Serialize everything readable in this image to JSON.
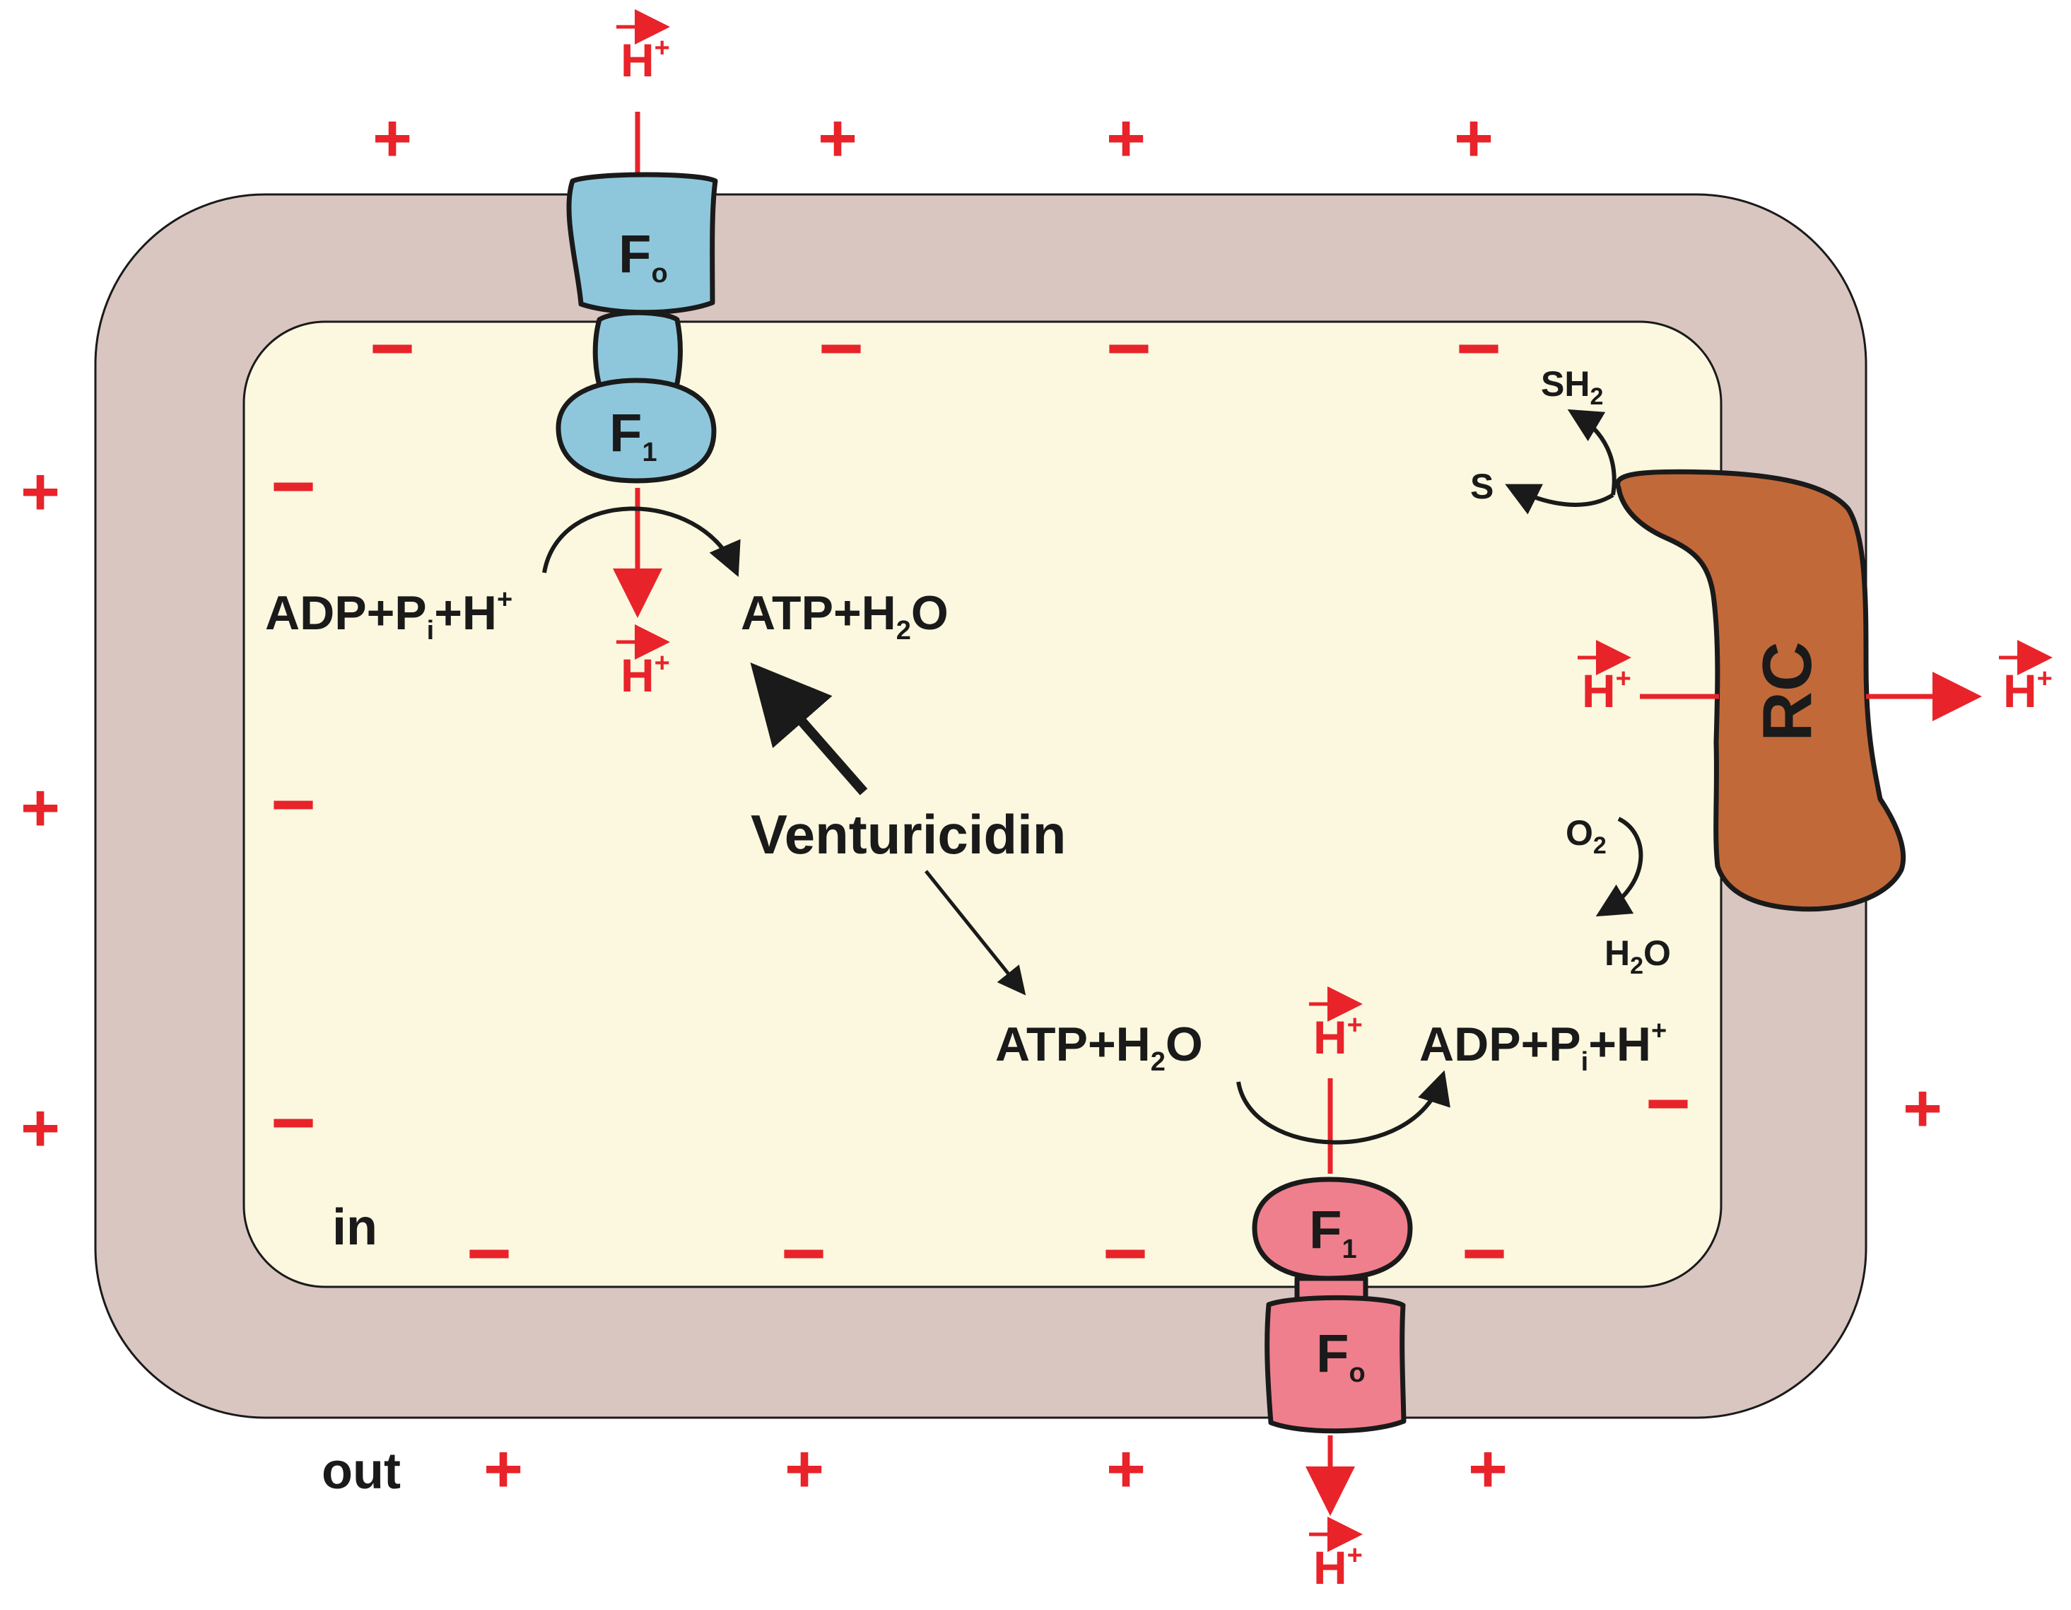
{
  "regions": {
    "inside": "in",
    "outside": "out"
  },
  "charges": {
    "positive": "+",
    "negative": "−"
  },
  "proton": {
    "base": "H",
    "sup": "+"
  },
  "complexes": {
    "blue_fo": {
      "main": "F",
      "sub": "o"
    },
    "blue_f1": {
      "main": "F",
      "sub": "1"
    },
    "pink_f1": {
      "main": "F",
      "sub": "1"
    },
    "pink_fo": {
      "main": "F",
      "sub": "o"
    },
    "rc": "RC"
  },
  "reactions": {
    "synthesis_substrate": {
      "a": "ADP+P",
      "a_sub": "i",
      "b": "+H",
      "b_sup": "+"
    },
    "synthesis_product": {
      "a": "ATP+H",
      "a_sub": "2",
      "b": "O"
    },
    "hydrolysis_substrate": {
      "a": "ATP+H",
      "a_sub": "2",
      "b": "O"
    },
    "hydrolysis_product": {
      "a": "ADP+P",
      "a_sub": "i",
      "b": "+H",
      "b_sup": "+"
    }
  },
  "inhibitor": "Venturicidin",
  "respiration": {
    "sh2": {
      "a": "SH",
      "a_sub": "2"
    },
    "s": "S",
    "o2": {
      "a": "O",
      "a_sub": "2"
    },
    "h2o": {
      "a": "H",
      "a_sub": "2",
      "b": "O"
    }
  },
  "colors": {
    "outer_membrane": "#d9c6c1",
    "cytoplasm": "#fbf8df",
    "blue_atpase": "#8ec7dc",
    "pink_atpase": "#ef7f8c",
    "respiratory_complex": "#c2693a",
    "charge_red": "#e8232a",
    "outline": "#1a1a1a"
  }
}
